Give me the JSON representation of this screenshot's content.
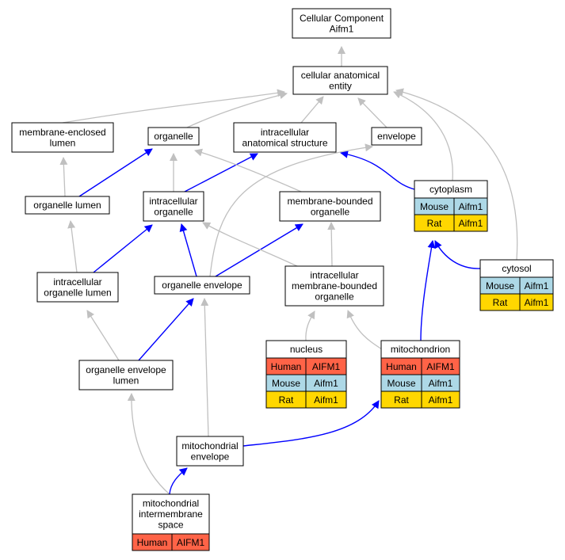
{
  "diagram": {
    "nodes": {
      "root": {
        "lines": [
          "Cellular Component",
          "Aifm1"
        ]
      },
      "cae": {
        "lines": [
          "cellular anatomical",
          "entity"
        ]
      },
      "mel": {
        "lines": [
          "membrane-enclosed",
          "lumen"
        ]
      },
      "org": {
        "lines": [
          "organelle"
        ]
      },
      "ias": {
        "lines": [
          "intracellular",
          "anatomical structure"
        ]
      },
      "env": {
        "lines": [
          "envelope"
        ]
      },
      "orgl": {
        "lines": [
          "organelle lumen"
        ]
      },
      "iorg": {
        "lines": [
          "intracellular",
          "organelle"
        ]
      },
      "mbo": {
        "lines": [
          "membrane-bounded",
          "organelle"
        ]
      },
      "iol": {
        "lines": [
          "intracellular",
          "organelle lumen"
        ]
      },
      "oenv": {
        "lines": [
          "organelle envelope"
        ]
      },
      "imbo": {
        "lines": [
          "intracellular",
          "membrane-bounded",
          "organelle"
        ]
      },
      "oel": {
        "lines": [
          "organelle envelope",
          "lumen"
        ]
      },
      "menv": {
        "lines": [
          "mitochondrial",
          "envelope"
        ]
      },
      "mis": {
        "lines": [
          "mitochondrial",
          "intermembrane",
          "space"
        ],
        "species": [
          [
            "Human",
            "AIFM1"
          ]
        ]
      },
      "nuc": {
        "lines": [
          "nucleus"
        ],
        "species": [
          [
            "Human",
            "AIFM1"
          ],
          [
            "Mouse",
            "Aifm1"
          ],
          [
            "Rat",
            "Aifm1"
          ]
        ]
      },
      "mito": {
        "lines": [
          "mitochondrion"
        ],
        "species": [
          [
            "Human",
            "AIFM1"
          ],
          [
            "Mouse",
            "Aifm1"
          ],
          [
            "Rat",
            "Aifm1"
          ]
        ]
      },
      "cyto": {
        "lines": [
          "cytoplasm"
        ],
        "species": [
          [
            "Mouse",
            "Aifm1"
          ],
          [
            "Rat",
            "Aifm1"
          ]
        ]
      },
      "cytosol": {
        "lines": [
          "cytosol"
        ],
        "species": [
          [
            "Mouse",
            "Aifm1"
          ],
          [
            "Rat",
            "Aifm1"
          ]
        ]
      }
    },
    "species_colors": {
      "Human": "#ff6347",
      "Mouse": "#add8e6",
      "Rat": "#ffd700"
    },
    "edge_colors": {
      "is_a": "#c0c0c0",
      "part_of": "#0000ff"
    },
    "edges": [
      {
        "from": "cae",
        "to": "root",
        "type": "is_a"
      },
      {
        "from": "mel",
        "to": "cae",
        "type": "is_a"
      },
      {
        "from": "org",
        "to": "cae",
        "type": "is_a"
      },
      {
        "from": "ias",
        "to": "cae",
        "type": "is_a"
      },
      {
        "from": "env",
        "to": "cae",
        "type": "is_a"
      },
      {
        "from": "cyto",
        "to": "cae",
        "type": "is_a"
      },
      {
        "from": "cytosol",
        "to": "cae",
        "type": "is_a"
      },
      {
        "from": "orgl",
        "to": "mel",
        "type": "is_a"
      },
      {
        "from": "orgl",
        "to": "org",
        "type": "part_of"
      },
      {
        "from": "iorg",
        "to": "org",
        "type": "is_a"
      },
      {
        "from": "iorg",
        "to": "ias",
        "type": "part_of"
      },
      {
        "from": "mbo",
        "to": "org",
        "type": "is_a"
      },
      {
        "from": "cyto",
        "to": "ias",
        "type": "part_of"
      },
      {
        "from": "iol",
        "to": "orgl",
        "type": "is_a"
      },
      {
        "from": "iol",
        "to": "iorg",
        "type": "part_of"
      },
      {
        "from": "oenv",
        "to": "iorg",
        "type": "part_of"
      },
      {
        "from": "oenv",
        "to": "mbo",
        "type": "part_of"
      },
      {
        "from": "oenv",
        "to": "env",
        "type": "is_a"
      },
      {
        "from": "imbo",
        "to": "iorg",
        "type": "is_a"
      },
      {
        "from": "imbo",
        "to": "mbo",
        "type": "is_a"
      },
      {
        "from": "cytosol",
        "to": "cyto",
        "type": "part_of"
      },
      {
        "from": "oel",
        "to": "iol",
        "type": "is_a"
      },
      {
        "from": "oel",
        "to": "oenv",
        "type": "part_of"
      },
      {
        "from": "nuc",
        "to": "imbo",
        "type": "is_a"
      },
      {
        "from": "mito",
        "to": "imbo",
        "type": "is_a"
      },
      {
        "from": "mito",
        "to": "cyto",
        "type": "part_of"
      },
      {
        "from": "menv",
        "to": "oenv",
        "type": "is_a"
      },
      {
        "from": "menv",
        "to": "mito",
        "type": "part_of"
      },
      {
        "from": "mis",
        "to": "oel",
        "type": "is_a"
      },
      {
        "from": "mis",
        "to": "menv",
        "type": "part_of"
      }
    ]
  }
}
